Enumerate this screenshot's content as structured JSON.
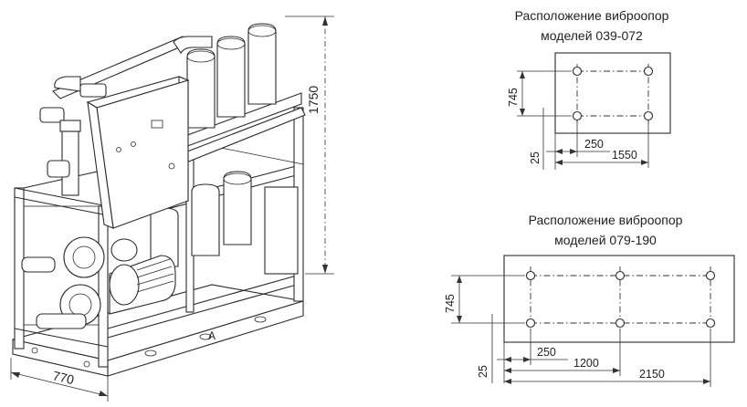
{
  "machine": {
    "height_label": "1750",
    "width_label": "770"
  },
  "layout_small": {
    "title_line1": "Расположение виброопор",
    "title_line2": "моделей 039-072",
    "dim_vertical": "745",
    "dim_edge": "25",
    "dim_first": "250",
    "dim_total": "1550"
  },
  "layout_large": {
    "title_line1": "Расположение виброопор",
    "title_line2": "моделей 079-190",
    "dim_vertical": "745",
    "dim_edge": "25",
    "dim_first": "250",
    "dim_mid": "1200",
    "dim_total": "2150"
  }
}
